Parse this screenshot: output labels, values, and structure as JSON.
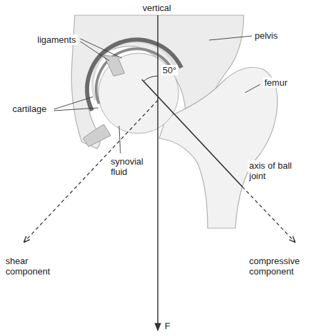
{
  "diagram": {
    "labels": [
      "vertical",
      "ligaments",
      "pelvis",
      "femur",
      "cartilage",
      "50°",
      "axis of ball joint",
      "synovial fluid",
      "shear component",
      "compressive component",
      "F"
    ]
  }
}
